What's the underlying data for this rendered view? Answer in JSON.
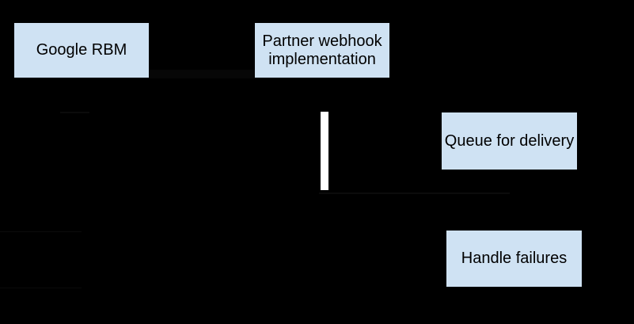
{
  "diagram": {
    "type": "sequence-diagram",
    "background_color": "#000000",
    "node_fill_color": "#cfe2f3",
    "node_text_color": "#000000",
    "activation_bar_color": "#ffffff",
    "faint_line_color": "#0b0b0b",
    "nodes": [
      {
        "id": "google-rbm",
        "label": "Google RBM"
      },
      {
        "id": "partner-webhook",
        "label": "Partner webhook implementation"
      },
      {
        "id": "queue-delivery",
        "label": "Queue for delivery"
      },
      {
        "id": "handle-failures",
        "label": "Handle failures"
      }
    ]
  }
}
